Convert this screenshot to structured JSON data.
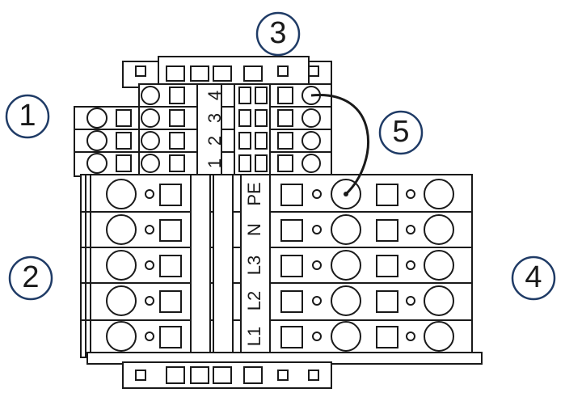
{
  "callouts": [
    {
      "key": "1",
      "label": "1"
    },
    {
      "key": "2",
      "label": "2"
    },
    {
      "key": "3",
      "label": "3"
    },
    {
      "key": "4",
      "label": "4"
    },
    {
      "key": "5",
      "label": "5"
    }
  ],
  "small_block_labels": [
    "4",
    "3",
    "2",
    "1"
  ],
  "large_block_labels": [
    "PE",
    "N",
    "L3",
    "L2",
    "L1"
  ],
  "colors": {
    "line": "#1a1a1a",
    "callout_border": "#1f3b66",
    "fill": "#ffffff",
    "block": "#f7f7f7"
  }
}
